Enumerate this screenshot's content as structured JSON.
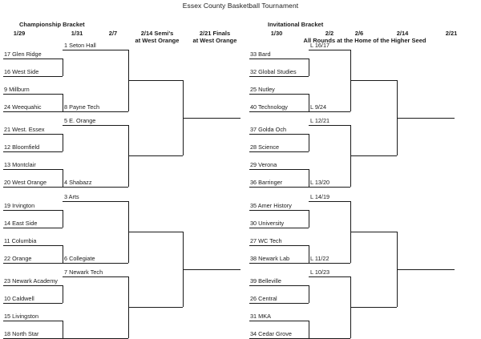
{
  "page": {
    "title": "Essex County Basketball Tournament"
  },
  "championship": {
    "section_label": "Championship Bracket",
    "rounds": [
      {
        "label": "1/29",
        "sub": ""
      },
      {
        "label": "1/31",
        "sub": ""
      },
      {
        "label": "2/7",
        "sub": ""
      },
      {
        "label": "2/14 Semi's",
        "sub": "at West Orange"
      },
      {
        "label": "2/21 Finals",
        "sub": "at West Orange"
      }
    ],
    "seeds": [
      "17 Glen Ridge",
      "16 West Side",
      "9 Millburn",
      "24 Weequahic",
      "21 West. Essex",
      "12 Bloomfield",
      "13 Montclair",
      "20 West Orange",
      "19 Irvington",
      "14 East Side",
      "11 Columbia",
      "22 Orange",
      "23 Newark Academy",
      "10 Caldwell",
      "15 Livingston",
      "18 North Star"
    ],
    "round2": [
      "1 Seton Hall",
      "8 Payne Tech",
      "5 E. Orange",
      "4 Shabazz",
      "3 Arts",
      "6 Collegiate",
      "7 Newark Tech",
      ""
    ]
  },
  "invitational": {
    "section_label": "Invitational Bracket",
    "note": "All Rounds at the Home of the Higher Seed",
    "rounds": [
      {
        "label": "1/30"
      },
      {
        "label": "2/2"
      },
      {
        "label": "2/6"
      },
      {
        "label": "2/14"
      },
      {
        "label": "2/21"
      }
    ],
    "seeds": [
      "33 Bard",
      "32 Global Studies",
      "25 Nutley",
      "40 Technology",
      "37 Golda Och",
      "28 Science",
      "29 Verona",
      "36 Barringer",
      "35 Amer History",
      "30 University",
      "27 WC Tech",
      "38 Newark Lab",
      "39 Belleville",
      "26 Central",
      "31 MKA",
      "34 Cedar Grove"
    ],
    "round2": [
      "L 16/17",
      "L 9/24",
      "L 12/21",
      "L 13/20",
      "L 14/19",
      "L 11/22",
      "L 10/23",
      ""
    ]
  },
  "colors": {
    "line": "#1a1a1a",
    "background": "#ffffff",
    "text": "#1a1a1a"
  }
}
